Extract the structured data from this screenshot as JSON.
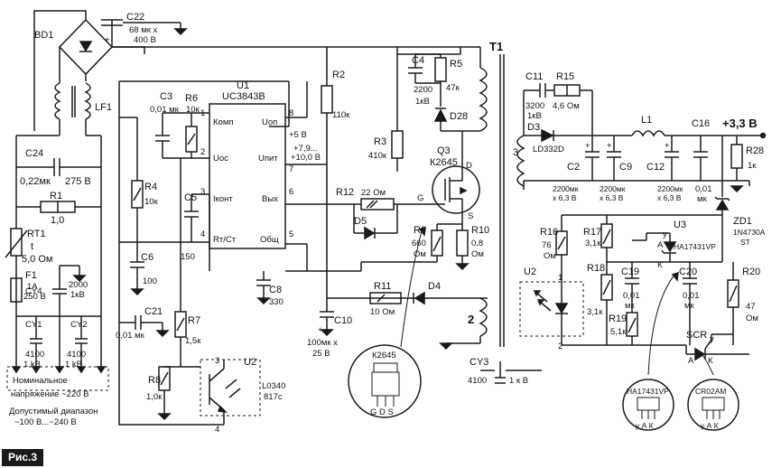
{
  "figure": {
    "caption": "Рис.3"
  },
  "components": {
    "bd1": "BD1",
    "c22": {
      "ref": "C22",
      "value": "68 мк х",
      "rating": "400 В"
    },
    "lf1": "LF1",
    "c24": {
      "ref": "C24",
      "value": "0,22мк",
      "rating": "275 В"
    },
    "r1": {
      "ref": "R1",
      "value": "1,0"
    },
    "rt1": {
      "ref": "RT1",
      "value": "5,0 Ом",
      "t": "t"
    },
    "f1": {
      "ref": "F1",
      "value": "1А",
      "rating": "250 В"
    },
    "cy4": {
      "ref": "CY4",
      "value": "2000",
      "rating": "1кВ"
    },
    "cy1": {
      "ref": "CY1",
      "value": "4100",
      "rating": "1 kB"
    },
    "cy2": {
      "ref": "CY2",
      "value": "4100",
      "rating": "1 kB"
    },
    "c3": {
      "ref": "C3",
      "value": "0,01 мк"
    },
    "r6": {
      "ref": "R6",
      "value": "10к"
    },
    "u1": {
      "ref": "U1",
      "part": "UC3843B",
      "pin_komp": "Комп",
      "pin_uoc": "Uос",
      "pin_ikont": "Iконт",
      "pin_rt": "Rт/Ст",
      "pin_uop": "Uоп",
      "pin_upit": "Uпит",
      "pin_vyh": "Вых",
      "pin_obsh": "Общ",
      "n1": "1",
      "n2": "2",
      "n3": "3",
      "n4": "4",
      "n5": "5",
      "n6": "6",
      "n7": "7",
      "n8": "8",
      "plus5": "+5 В",
      "range": "+7,9...",
      "range2": "+10,0 В"
    },
    "r4": {
      "ref": "R4",
      "value": "10к"
    },
    "c5": {
      "ref": "C5",
      "value": "150"
    },
    "c6": {
      "ref": "C6",
      "value": "100"
    },
    "c8": {
      "ref": "C8",
      "value": "330"
    },
    "c21": {
      "ref": "C21",
      "value": "0,01 мк"
    },
    "r7": {
      "ref": "R7",
      "value": "1,5к"
    },
    "r8": {
      "ref": "R8",
      "value": "1,0к"
    },
    "u2": {
      "ref": "U2",
      "part": "L0340",
      "part2": "817c",
      "p3": "3",
      "p4": "4"
    },
    "r2": {
      "ref": "R2",
      "value": "110к"
    },
    "c4": {
      "ref": "C4",
      "value": "2200",
      "rating": "1кВ"
    },
    "r5": {
      "ref": "R5",
      "value": "47к"
    },
    "d28": "D28",
    "r3": {
      "ref": "R3",
      "value": "410к"
    },
    "q3": {
      "ref": "Q3",
      "part": "К2645",
      "d": "D",
      "g": "G",
      "s": "S"
    },
    "r12": {
      "ref": "R12",
      "value": "22 Ом"
    },
    "d5": "D5",
    "r9": {
      "ref": "R9",
      "value": "660",
      "unit": "Ом"
    },
    "r10": {
      "ref": "R10",
      "value": "0,8",
      "unit": "Ом"
    },
    "r11": {
      "ref": "R11",
      "value": "10 Ом"
    },
    "d4": "D4",
    "c10": {
      "ref": "C10",
      "value": "100мк х",
      "rating": "25 В"
    },
    "pkg": {
      "title": "К2645",
      "pins": "G D S"
    },
    "t1": {
      "ref": "T1",
      "w2": "2",
      "w3": "3"
    },
    "cy3": {
      "ref": "CY3",
      "value": "4100",
      "rating": "1 к В"
    },
    "c11": {
      "ref": "C11",
      "value": "3200",
      "rating": "1кВ"
    },
    "r15": {
      "ref": "R15",
      "value": "4,6 Ом"
    },
    "d3": {
      "ref": "D3",
      "part": "LD332D"
    },
    "l1": "L1",
    "c16": {
      "ref": "C16",
      "value": "0,01",
      "unit": "мк"
    },
    "out": "+3,3 В",
    "r28": {
      "ref": "R28",
      "value": "1к"
    },
    "c2": {
      "ref": "C2",
      "value": "2200мк",
      "rating": "х 6,3 В"
    },
    "c9": {
      "ref": "C9",
      "value": "2200мк",
      "rating": "х 6,3 В"
    },
    "c12": {
      "ref": "C12",
      "value": "2200мк",
      "rating": "х 6,3 В"
    },
    "zd1": {
      "ref": "ZD1",
      "part": "1N4730A",
      "suffix": "ST"
    },
    "r16": {
      "ref": "R16",
      "value": "76",
      "unit": "Ом"
    },
    "r17": {
      "ref": "R17",
      "value": "3,1к"
    },
    "u3": {
      "ref": "U3",
      "part": "HA17431VP",
      "a": "А",
      "y": "у",
      "k": "К"
    },
    "r18": {
      "ref": "R18",
      "value": "3,1к"
    },
    "c19": {
      "ref": "C19",
      "value": "0,01",
      "unit": "мк"
    },
    "c20": {
      "ref": "C20",
      "value": "0,01",
      "unit": "мк"
    },
    "r20": {
      "ref": "R20",
      "value": "47",
      "unit": "Ом"
    },
    "r19": {
      "ref": "R19",
      "value": "5,1к"
    },
    "u2b": {
      "ref": "U2",
      "p1": "1",
      "p2": "2"
    },
    "scr": {
      "ref": "SCR",
      "y": "у",
      "k": "К",
      "a": "А"
    },
    "pkg2": {
      "title": "HA17431VP",
      "pins": "у А К"
    },
    "pkg3": {
      "title": "CR02AM",
      "pins": "у А К"
    }
  },
  "notes": {
    "nominal": "Номинальное",
    "nominal2": "напряжение ~220 В",
    "range": "Допустимый диапазон",
    "range2": "~100 В...~240 В"
  }
}
